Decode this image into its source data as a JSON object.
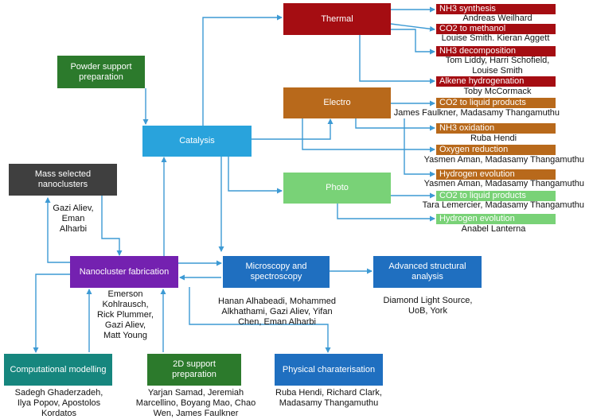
{
  "colors": {
    "thermal": "#a50d12",
    "electro": "#b8691b",
    "photo": "#79d277",
    "catalysis": "#29a3dc",
    "powder": "#2c7a2c",
    "mass_selected": "#3f3f3f",
    "nanocluster": "#7421b0",
    "microscopy": "#1f6fc0",
    "computational": "#16867e",
    "support_2d": "#2c7a2c",
    "arrow": "#3d9ad4"
  },
  "nodes": {
    "thermal": "Thermal",
    "electro": "Electro",
    "photo": "Photo",
    "catalysis": "Catalysis",
    "powder": "Powder support\npreparation",
    "mass_selected": "Mass selected\nnanoclusters",
    "nanocluster": "Nanocluster fabrication",
    "microscopy": "Microscopy and\nspectroscopy",
    "advanced": "Advanced structural\nanalysis",
    "computational": "Computational modelling",
    "support_2d": "2D support\npreparation",
    "physical": "Physical charaterisation"
  },
  "topics": [
    {
      "label": "NH3 synthesis",
      "people": "Andreas Weilhard"
    },
    {
      "label": "CO2 to methanol",
      "people": "Louise Smith. Kieran Aggett"
    },
    {
      "label": "NH3 decomposition",
      "people": "Tom Liddy, Harri Schofield,\nLouise Smith"
    },
    {
      "label": "Alkene hydrogenation",
      "people": "Toby McCormack"
    },
    {
      "label": "CO2 to liquid products",
      "people": "James Faulkner, Madasamy Thangamuthu"
    },
    {
      "label": "NH3 oxidation",
      "people": "Ruba Hendi"
    },
    {
      "label": "Oxygen reduction",
      "people": "Yasmen Aman, Madasamy Thangamuthu"
    },
    {
      "label": "Hydrogen evolution",
      "people": "Yasmen Aman, Madasamy Thangamuthu"
    },
    {
      "label": "CO2 to liquid products",
      "people": "Tara Lemercier, Madasamy Thangamuthu"
    },
    {
      "label": "Hydrogen evolution",
      "people": "Anabel Lanterna"
    }
  ],
  "captions": {
    "mass_selected": "Gazi Aliev,\nEman\nAlharbi",
    "nanocluster": "Emerson\nKohlrausch,\nRick Plummer,\nGazi Aliev,\nMatt Young",
    "microscopy": "Hanan Alhabeadi, Mohammed\nAlkhathami, Gazi Aliev, Yifan\nChen, Eman Alharbi",
    "advanced": "Diamond Light Source,\nUoB, York",
    "computational": "Sadegh Ghaderzadeh,\nIlya Popov, Apostolos\nKordatos",
    "support_2d": "Yarjan Samad, Jeremiah\nMarcellino, Boyang Mao, Chao\nWen, James Faulkner",
    "physical": "Ruba Hendi, Richard Clark,\nMadasamy Thangamuthu"
  }
}
